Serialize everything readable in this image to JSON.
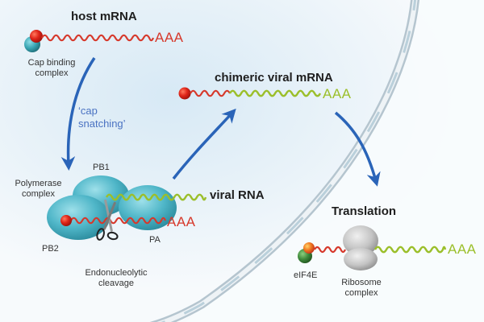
{
  "colors": {
    "host_rna": "#d6382b",
    "viral_rna": "#9bbf2a",
    "cap": "#e02a1e",
    "cap_binding": "#3aa6b4",
    "polymerase": "#4fb6c8",
    "arrow": "#2a64b8",
    "cap_snatching_text": "#4a72c2",
    "membrane": "#c9d6de",
    "eif4e": "#3f8a3c",
    "ribosome": "#bdbdbd"
  },
  "labels": {
    "host_mrna": "host mRNA",
    "host_polya": "AAA",
    "cap_binding_line1": "Cap binding",
    "cap_binding_line2": "complex",
    "cap_snatching_line1": "‘cap",
    "cap_snatching_line2": "snatching’",
    "chimeric_mrna": "chimeric viral mRNA",
    "chimeric_polya": "AAA",
    "pb1": "PB1",
    "pb2": "PB2",
    "pa": "PA",
    "polymerase_line1": "Polymerase",
    "polymerase_line2": "complex",
    "viral_rna": "viral RNA",
    "polymerase_polya": "AAA",
    "cleavage_line1": "Endonucleolytic",
    "cleavage_line2": "cleavage",
    "translation": "Translation",
    "eif4e": "eIF4E",
    "ribosome_line1": "Ribosome",
    "ribosome_line2": "complex",
    "translation_polya": "AAA"
  }
}
